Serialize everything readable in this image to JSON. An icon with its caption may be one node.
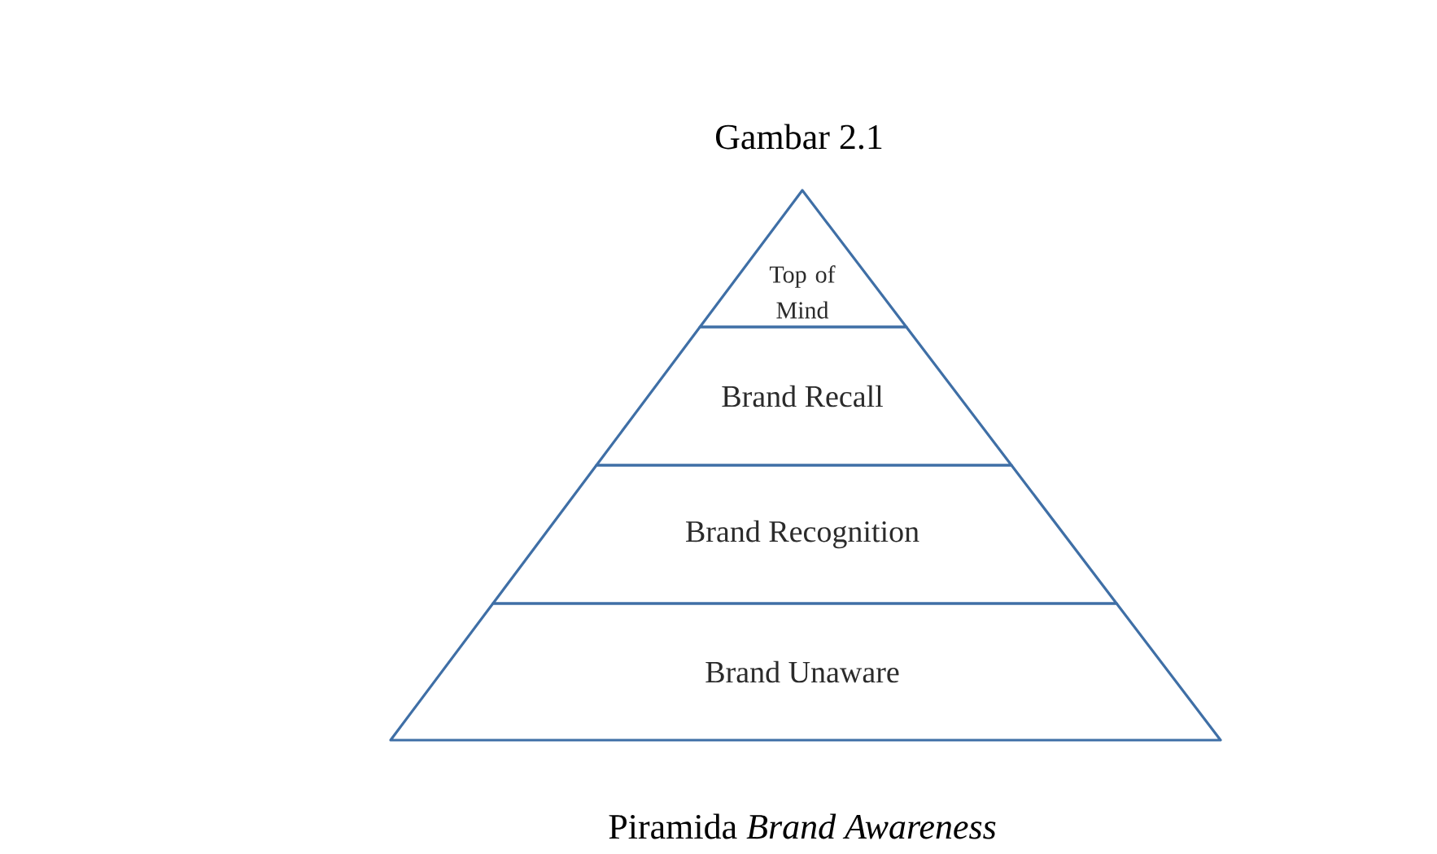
{
  "diagram": {
    "title": "Gambar 2.1",
    "caption": "Piramida *Brand Awareness*",
    "nodes": [
      {
        "text": [
          "Top of Mind"
        ]
      },
      {
        "text": [
          "Brand Recall"
        ]
      },
      {
        "text": [
          "Brand Recognition"
        ]
      },
      {
        "text": [
          "Brand Unaware"
        ]
      }
    ]
  }
}
